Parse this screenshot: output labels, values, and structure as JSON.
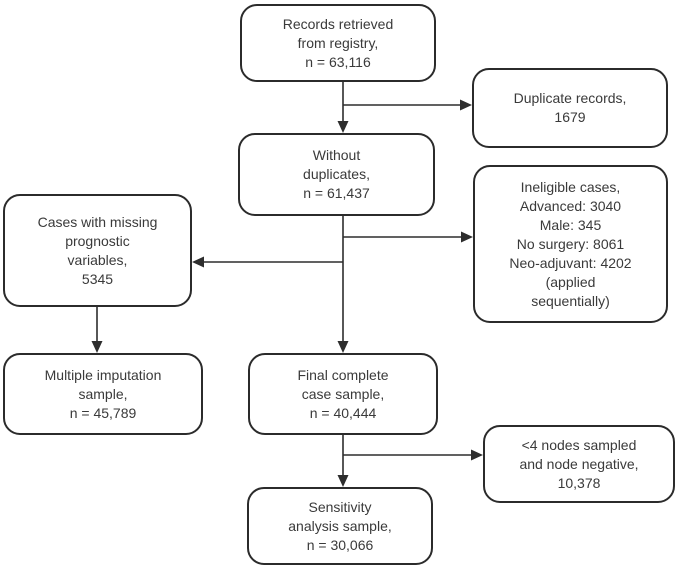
{
  "diagram": {
    "type": "flowchart",
    "colors": {
      "background": "#ffffff",
      "box_fill": "#ffffff",
      "box_border": "#2b2b2b",
      "text": "#3a3a3a",
      "connector": "#2d2d2d"
    },
    "nodes": [
      {
        "id": "records-retrieved",
        "text": "Records retrieved\nfrom registry,\nn = 63,116"
      },
      {
        "id": "duplicate-records",
        "text": "Duplicate records,\n1679"
      },
      {
        "id": "without-duplicates",
        "text": "Without\nduplicates,\nn = 61,437"
      },
      {
        "id": "ineligible-cases",
        "text": "Ineligible cases,\nAdvanced: 3040\nMale: 345\nNo surgery: 8061\nNeo-adjuvant: 4202\n(applied\nsequentially)"
      },
      {
        "id": "missing-variables",
        "text": "Cases with missing\nprognostic\nvariables,\n5345"
      },
      {
        "id": "multiple-imputation",
        "text": "Multiple imputation\nsample,\nn = 45,789"
      },
      {
        "id": "final-complete-case",
        "text": "Final complete\ncase sample,\nn = 40,444"
      },
      {
        "id": "few-nodes-sampled",
        "text": "<4 nodes sampled\nand node negative,\n10,378"
      },
      {
        "id": "sensitivity-sample",
        "text": "Sensitivity\nanalysis sample,\nn = 30,066"
      }
    ],
    "edges": [
      {
        "from": "records-retrieved",
        "to": "without-duplicates"
      },
      {
        "from": "records-retrieved",
        "to": "duplicate-records"
      },
      {
        "from": "without-duplicates",
        "to": "final-complete-case"
      },
      {
        "from": "without-duplicates",
        "to": "ineligible-cases"
      },
      {
        "from": "without-duplicates",
        "to": "missing-variables"
      },
      {
        "from": "missing-variables",
        "to": "multiple-imputation"
      },
      {
        "from": "final-complete-case",
        "to": "sensitivity-sample"
      },
      {
        "from": "final-complete-case",
        "to": "few-nodes-sampled"
      }
    ]
  }
}
